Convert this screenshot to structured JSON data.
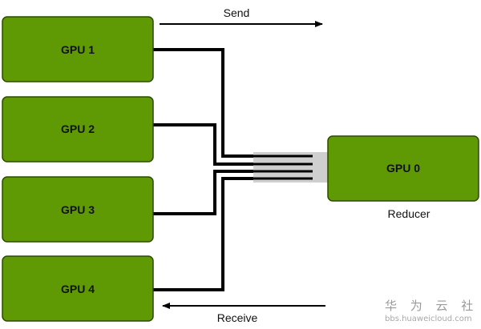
{
  "diagram": {
    "nodes": [
      {
        "id": "gpu1",
        "label": "GPU 1"
      },
      {
        "id": "gpu2",
        "label": "GPU 2"
      },
      {
        "id": "gpu3",
        "label": "GPU 3"
      },
      {
        "id": "gpu4",
        "label": "GPU 4"
      },
      {
        "id": "gpu0",
        "label": "GPU 0",
        "caption": "Reducer"
      }
    ],
    "edges": [
      {
        "from": "gpu1",
        "to": "gpu0"
      },
      {
        "from": "gpu2",
        "to": "gpu0"
      },
      {
        "from": "gpu3",
        "to": "gpu0"
      },
      {
        "from": "gpu4",
        "to": "gpu0"
      }
    ],
    "send_label": "Send",
    "receive_label": "Receive",
    "colors": {
      "box_fill": "#5f9a05",
      "box_stroke": "#2d4a00",
      "wire": "#000000",
      "connector": "#cfcfcf"
    }
  },
  "watermark": {
    "title": "华 为 云 社 区",
    "url": "bbs.huaweicloud.com"
  }
}
